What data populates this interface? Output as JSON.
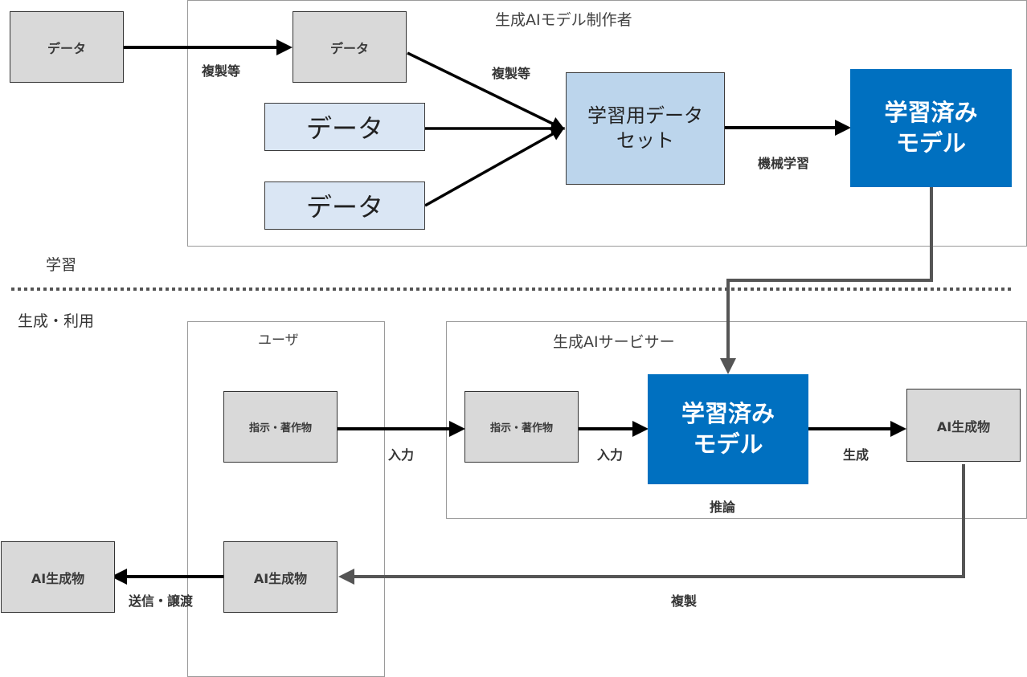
{
  "sections": {
    "learning": "学習",
    "generation": "生成・利用"
  },
  "regions": {
    "creator": "生成AIモデル制作者",
    "user": "ユーザ",
    "service": "生成AIサービサー"
  },
  "nodes": {
    "data_source": "データ",
    "data_copy": "データ",
    "data_a": "データ",
    "data_b": "データ",
    "training_dataset_l1": "学習用データ",
    "training_dataset_l2": "セット",
    "trained_model_top_l1": "学習済み",
    "trained_model_top_l2": "モデル",
    "user_prompt": "指示・著作物",
    "service_prompt": "指示・著作物",
    "trained_model_service_l1": "学習済み",
    "trained_model_service_l2": "モデル",
    "service_output": "AI生成物",
    "user_output": "AI生成物",
    "external_output": "AI生成物"
  },
  "edge_labels": {
    "copy_1": "複製等",
    "copy_2": "複製等",
    "machine_learning": "機械学習",
    "input_1": "入力",
    "input_2": "入力",
    "inference": "推論",
    "generate": "生成",
    "copy_back": "複製",
    "send_transfer": "送信・譲渡"
  },
  "colors": {
    "gray_node": "#d9d9d9",
    "light_blue_node": "#dae6f4",
    "mid_blue_node": "#bcd5ec",
    "dark_blue_node": "#0070c0",
    "arrow_black": "#000000",
    "arrow_gray": "#555555"
  }
}
